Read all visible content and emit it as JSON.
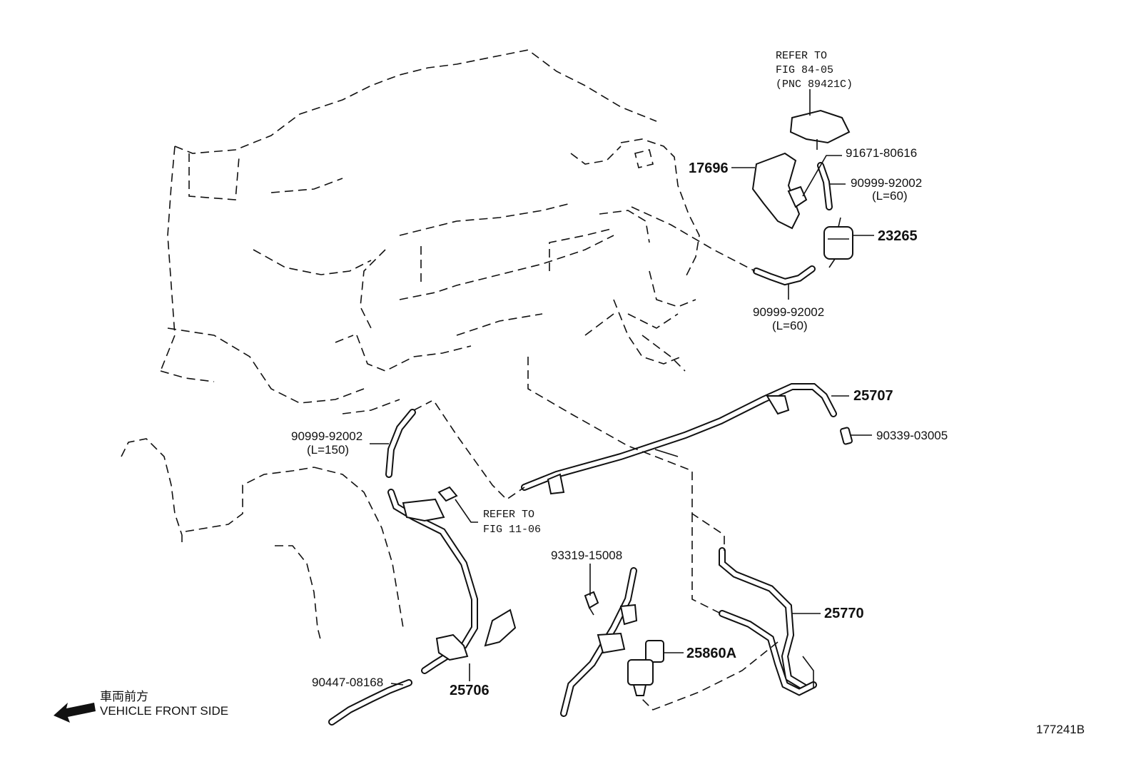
{
  "diagram_number": "177241B",
  "direction": {
    "japanese": "車両前方",
    "english": "VEHICLE FRONT SIDE"
  },
  "callouts": {
    "refer_84": {
      "line1": "REFER TO",
      "line2": "FIG 84-05",
      "line3": "(PNC 89421C)"
    },
    "p17696": "17696",
    "p91671": "91671-80616",
    "p90999_top": {
      "number": "90999-92002",
      "length": "(L=60)"
    },
    "p23265": "23265",
    "p90999_mid": {
      "number": "90999-92002",
      "length": "(L=60)"
    },
    "p25707": "25707",
    "p90339": "90339-03005",
    "p90999_left": {
      "number": "90999-92002",
      "length": "(L=150)"
    },
    "refer_11": {
      "line1": "REFER TO",
      "line2": "FIG 11-06"
    },
    "p93319": "93319-15008",
    "p25770": "25770",
    "p25860a": "25860A",
    "p90447": "90447-08168",
    "p25706": "25706"
  }
}
